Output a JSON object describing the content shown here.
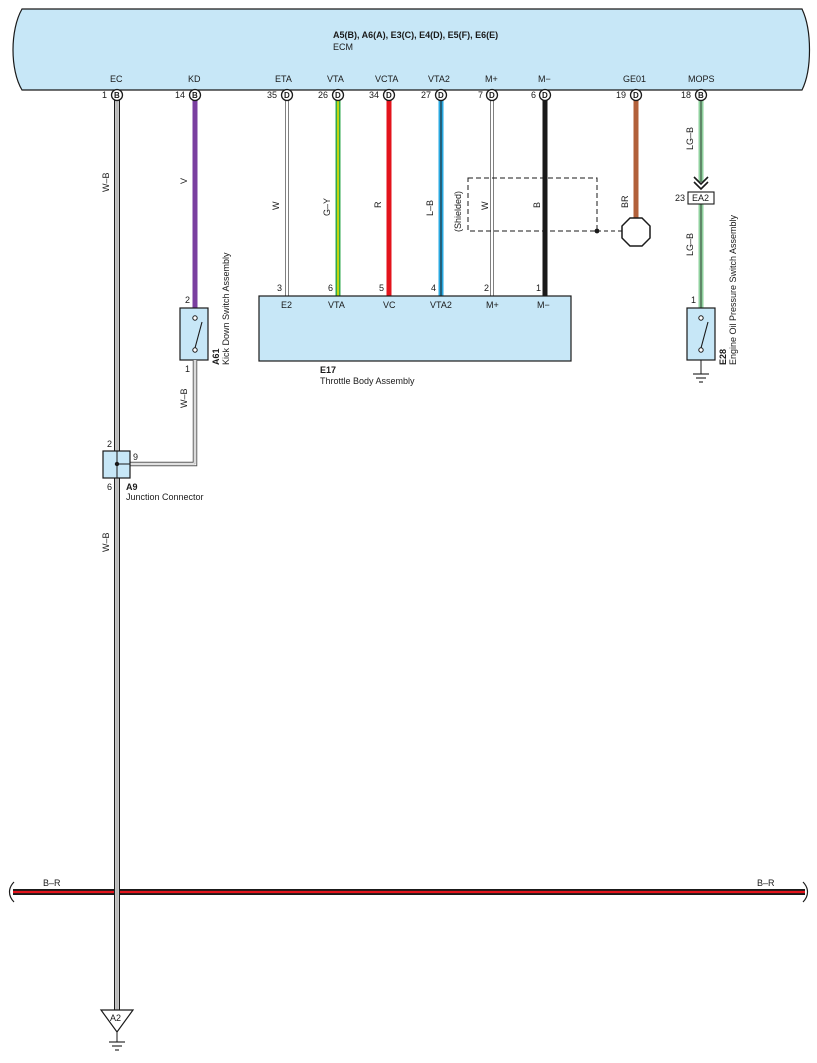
{
  "ecm": {
    "connectors": "A5(B), A6(A), E3(C), E4(D), E5(F), E6(E)",
    "name": "ECM"
  },
  "terminals": [
    {
      "label": "EC",
      "pin": "1",
      "conn": "B"
    },
    {
      "label": "KD",
      "pin": "14",
      "conn": "B"
    },
    {
      "label": "ETA",
      "pin": "35",
      "conn": "D"
    },
    {
      "label": "VTA",
      "pin": "26",
      "conn": "D"
    },
    {
      "label": "VCTA",
      "pin": "34",
      "conn": "D"
    },
    {
      "label": "VTA2",
      "pin": "27",
      "conn": "D"
    },
    {
      "label": "M+",
      "pin": "7",
      "conn": "D"
    },
    {
      "label": "M−",
      "pin": "6",
      "conn": "D"
    },
    {
      "label": "GE01",
      "pin": "19",
      "conn": "D"
    },
    {
      "label": "MOPS",
      "pin": "18",
      "conn": "B"
    }
  ],
  "wires": [
    {
      "color_code": "W–B",
      "stroke": "#ffffff",
      "stripe": "#222222"
    },
    {
      "color_code": "V",
      "stroke": "#7a3fa0"
    },
    {
      "color_code": "W",
      "stroke": "#ffffff"
    },
    {
      "color_code": "G–Y",
      "stroke": "#2fa84f",
      "stripe": "#e8e000"
    },
    {
      "color_code": "R",
      "stroke": "#e3141c"
    },
    {
      "color_code": "L–B",
      "stroke": "#29a8e0",
      "stripe": "#222222"
    },
    {
      "color_code": "W",
      "stroke": "#ffffff"
    },
    {
      "color_code": "B",
      "stroke": "#1a1a1a"
    },
    {
      "color_code": "BR",
      "stroke": "#b2603a"
    },
    {
      "color_code": "LG–B",
      "stroke": "#8fd19e",
      "stripe": "#222222"
    },
    {
      "color_code": "LG–B",
      "stroke": "#8fd19e",
      "stripe": "#222222"
    },
    {
      "color_code": "W–B"
    },
    {
      "color_code": "W–B"
    },
    {
      "color_code": "B–R",
      "stroke": "#1a1a1a",
      "stripe": "#e3141c"
    }
  ],
  "shielded_label": "(Shielded)",
  "throttle_body": {
    "code": "E17",
    "name": "Throttle Body Assembly",
    "pins": [
      {
        "label": "E2",
        "pin": "3"
      },
      {
        "label": "VTA",
        "pin": "6"
      },
      {
        "label": "VC",
        "pin": "5"
      },
      {
        "label": "VTA2",
        "pin": "4"
      },
      {
        "label": "M+",
        "pin": "2"
      },
      {
        "label": "M−",
        "pin": "1"
      }
    ]
  },
  "kick_down": {
    "code": "A61",
    "name": "Kick Down Switch Assembly",
    "pin_top": "2",
    "pin_bottom": "1"
  },
  "junction": {
    "code": "A9",
    "name": "Junction Connector",
    "pin_top": "2",
    "pin_right": "9",
    "pin_bottom": "6"
  },
  "oil_pressure": {
    "code": "E28",
    "name": "Engine Oil Pressure Switch Assembly",
    "pin_top": "1"
  },
  "ea2": {
    "code": "EA2",
    "pin": "23"
  },
  "ground_point": {
    "code": "A2"
  },
  "bus": {
    "left_label": "B–R",
    "right_label": "B–R"
  },
  "colors": {
    "ecm_fill": "#c7e7f7",
    "component_fill": "#c7e7f7",
    "outline": "#1a1a1a"
  }
}
